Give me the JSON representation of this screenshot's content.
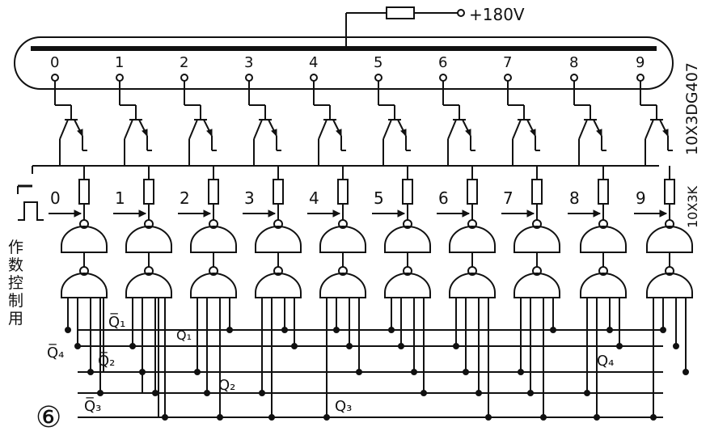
{
  "supply_label": "+180V",
  "tube_type": "10X3DG407",
  "resistor_label": "10X3K",
  "digits": [
    "0",
    "1",
    "2",
    "3",
    "4",
    "5",
    "6",
    "7",
    "8",
    "9"
  ],
  "side_note": [
    "作",
    "数",
    "控",
    "制",
    "用"
  ],
  "figure_number": "⑥",
  "lines": {
    "q1_bar": "Q̅₁",
    "q2_bar": "Q̅₂",
    "q3_bar": "Q̅₃",
    "q4_bar": "Q̅₄",
    "q1": "Q₁",
    "q2": "Q₂",
    "q3": "Q₃",
    "q4": "Q₄"
  }
}
